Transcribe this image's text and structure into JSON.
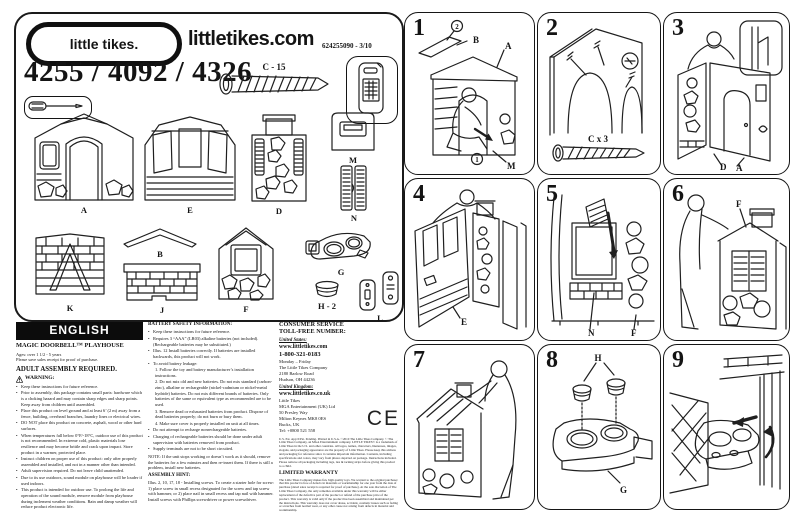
{
  "header": {
    "logo_text": "little tikes.",
    "site": "littletikes.com",
    "doc_number": "624255090 - 3/10",
    "models": "4255 / 4092 / 4326",
    "screw_label": "C - 15"
  },
  "parts": {
    "a": "A",
    "e": "E",
    "d": "D",
    "m": "M",
    "n": "N",
    "k": "K",
    "b": "B",
    "j": "J",
    "f": "F",
    "g": "G",
    "h": "H - 2",
    "l": "L"
  },
  "steps": [
    {
      "num": "1",
      "circle2": "2",
      "b": "B",
      "a": "A",
      "circle1": "1",
      "m": "M"
    },
    {
      "num": "2",
      "screw": "C x 3"
    },
    {
      "num": "3",
      "d": "D",
      "a": "A"
    },
    {
      "num": "4",
      "e": "E"
    },
    {
      "num": "5",
      "n": "N",
      "f": "F"
    },
    {
      "num": "6",
      "f": "F"
    },
    {
      "num": "7"
    },
    {
      "num": "8",
      "h": "H",
      "g": "G"
    },
    {
      "num": "9"
    }
  ],
  "english": {
    "bar": "ENGLISH",
    "product": "MAGIC DOORBELL™ PLAYHOUSE",
    "ages": "Ages: over 1 1/2 - 5 years",
    "receipt": "Please save sales receipt for proof of purchase.",
    "adult": "ADULT ASSEMBLY REQUIRED.",
    "warning_label": "WARNING:",
    "warnings": [
      "Keep these instructions for future reference.",
      "Prior to assembly, this package contains small parts: hardware which is a choking hazard and may contain sharp edges and sharp points. Keep away from children until assembled.",
      "Place this product on level ground and at least 6’ (2 m) away from a fence, building, overhead branches, laundry lines or electrical wires.",
      "DO NOT place this product on concrete, asphalt, wood or other hard surfaces.",
      "When temperatures fall below 0°F/-18°C, outdoor use of this product is not recommended. In extreme cold, plastic materials lose resilience and may become brittle and crack upon impact. Store product in a warmer, protected place.",
      "Instruct children on proper use of this product: only after properly assembled and installed, and not in a manner other than intended.",
      "Adult supervision required. Do not leave child unattended.",
      "Due to its use outdoors, sound module on playhouse will be louder if used indoors.",
      "This product is intended for outdoor use. To prolong the life and operation of the sound module, remove module from playhouse during inclement weather conditions. Rain and damp weather will reduce product electronic life."
    ]
  },
  "battery": {
    "title": "BATTERY SAFETY INFORMATION:",
    "items": [
      "Keep these instructions for future reference.",
      "Requires 3 “AAA” (LR03) alkaline batteries (not included). (Rechargeable batteries may be substituted.)",
      "Illus. 12 Install batteries correctly. If batteries are installed backwards, this product will not work.",
      "To avoid battery leakage:"
    ],
    "leak_steps": [
      "1. Follow the toy and battery manufacturer’s installation instructions.",
      "2. Do not mix old and new batteries. Do not mix standard (carbon-zinc), alkaline or rechargeable (nickel-cadmium or nickel-metal hydride) batteries. Do not mix different brands of batteries. Only batteries of the same or equivalent type as recommended are to be used.",
      "3. Remove dead or exhausted batteries from product. Dispose of dead batteries properly; do not burn or bury them.",
      "4. Make sure cover is properly installed on unit at all times."
    ],
    "items2": [
      "Do not attempt to recharge nonrechargeable batteries.",
      "Charging of rechargeable batteries should be done under adult supervision with batteries removed from product.",
      "Supply terminals are not to be short circuited."
    ],
    "note": "NOTE: If the unit stops working or doesn’t work as it should, remove the batteries for a few minutes and then re-insert them. If there is still a problem, install new batteries.",
    "hint_title": "ASSEMBLY HINT:",
    "hint": "Illus. 2, 10, 17, 18 - Installing screws. To create a starter hole for screw: 1) place screw in small recess designated for the screw and tap screw with hammer, or 2) place nail in small recess and tap nail with hammer. Install screws with Phillips screwdriver or power screwdriver."
  },
  "consumer": {
    "title1": "CONSUMER SERVICE",
    "title2": "TOLL-FREE NUMBER:",
    "us_label": "United States:",
    "us_site": "www.littletikes.com",
    "phone": "1-800-321-0183",
    "us_lines": [
      "Monday – Friday",
      "The Little Tikes Company",
      "2180 Barlow Road",
      "Hudson, OH  44236"
    ],
    "uk_label": "United Kingdom:",
    "uk_site": "www.littletikes.co.uk",
    "uk_lines": [
      "Little Tikes",
      "MGA Entertainment (UK) Ltd",
      "50 Presley Way",
      "Milton Keynes MK8 0ES",
      "Bucks, UK",
      "Tel: +0800 521 558"
    ],
    "ce_mark": "CE",
    "fine_print": "U.S. Pat. App’d/Pat. Pending. Printed in U.S.A. ©2010 The Little Tikes Company. © The Little Tikes Company, an MGA Entertainment company. LITTLE TIKES® is a trademark of Little Tikes in the U.S. and other countries. All logos, names, characters, likenesses, images, slogans, and packaging appearance are the property of Little Tikes. Please keep this address and packaging for reference since it contains important information. Contents, including specifications and colors, may vary from photos depicted on package. Instructions included. Please remove all packaging including tags, ties & tacking strips before giving this product to a child.",
    "warranty_title": "LIMITED WARRANTY",
    "warranty_text": "The Little Tikes Company makes fun, high quality toys. We warrant to the original purchaser that this product is free of defects in materials or workmanship for one year from the date of purchase (dated sales receipt is required for proof of purchase). At the sole discretion of The Little Tikes Company, the only remedies available under this warranty will be either replacement of the defective part of the product or refund of the purchase price of the product. This warranty is valid only if the product has been assembled and maintained per the instructions. This warranty does not cover abuse, accident, cosmetic issues such as fading or scratches from normal wear, or any other cause not arising from defects in material and workmanship."
  }
}
